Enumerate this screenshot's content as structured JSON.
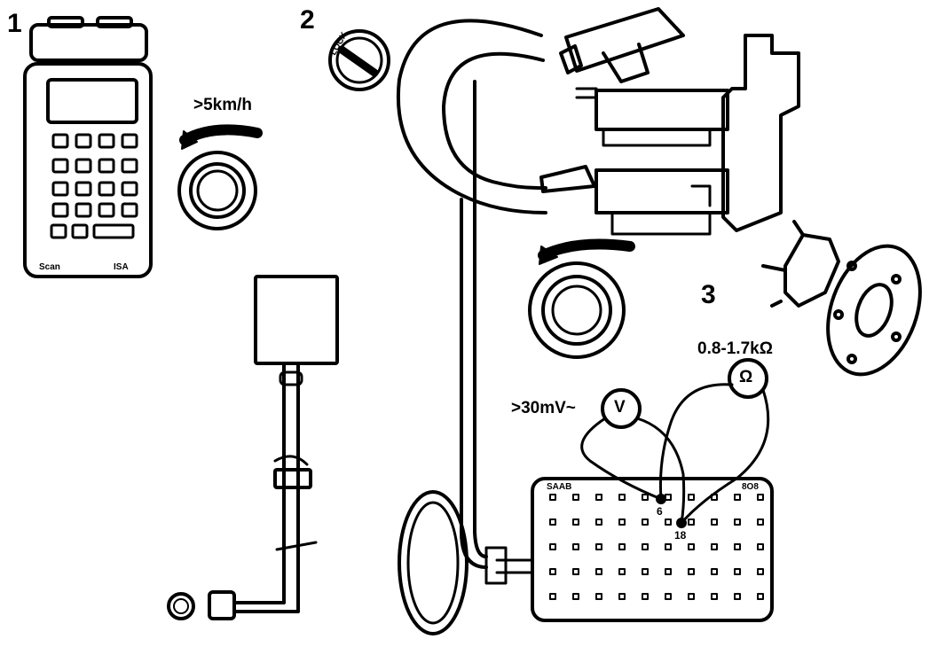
{
  "steps": {
    "step1": "1",
    "step2": "2",
    "step3": "3"
  },
  "speed_label": ">5km/h",
  "lock_label": "LOCK",
  "resistance_label": "0.8-1.7kΩ",
  "voltage_label": ">30mV~",
  "ohm_symbol": "Ω",
  "volt_symbol": "V",
  "box": {
    "left_label": "SAAB",
    "right_label": "8O8",
    "pin_a": "6",
    "pin_b": "18"
  },
  "tester": {
    "brand": "Scan",
    "model": "ISA"
  },
  "colors": {
    "ink": "#000000",
    "paper": "#ffffff"
  }
}
